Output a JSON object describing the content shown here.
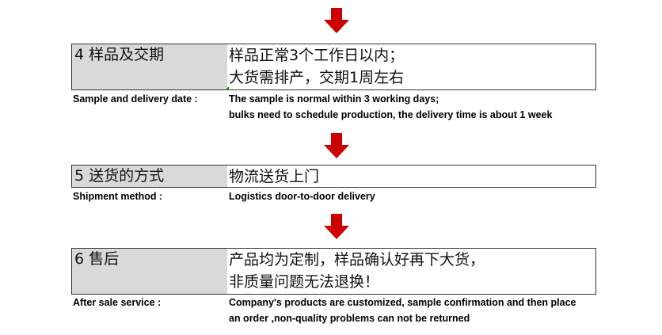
{
  "colors": {
    "arrow": "#cc0000",
    "label_bg": "#d9d9d9",
    "border": "#333333"
  },
  "sections": [
    {
      "label_zh": "4 样品及交期",
      "value_zh": [
        "样品正常3个工作日以内；",
        "大货需排产，交期1周左右"
      ],
      "label_en": "Sample and delivery date :",
      "value_en": [
        "The sample is normal within 3 working days;",
        "bulks need to schedule production, the delivery time is about 1 week"
      ]
    },
    {
      "label_zh": "5 送货的方式",
      "value_zh": [
        "物流送货上门"
      ],
      "label_en": "Shipment method :",
      "value_en": [
        "Logistics door-to-door delivery"
      ]
    },
    {
      "label_zh": "6 售后",
      "value_zh": [
        "产品均为定制，样品确认好再下大货，",
        "非质量问题无法退换！"
      ],
      "label_en": "After sale service :",
      "value_en": [
        "Company's products are customized, sample confirmation and then place",
        "an order ,non-quality problems can not be returned"
      ]
    }
  ]
}
